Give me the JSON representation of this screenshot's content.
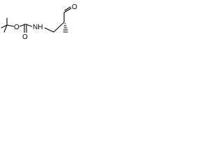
{
  "molecule": {
    "atoms": {
      "o_ester": "O",
      "o_carbonyl": "O",
      "nh": "NH",
      "o_aldehyde": "O"
    },
    "colors": {
      "bond": "#000000",
      "text": "#000000",
      "background": "#ffffff"
    }
  }
}
